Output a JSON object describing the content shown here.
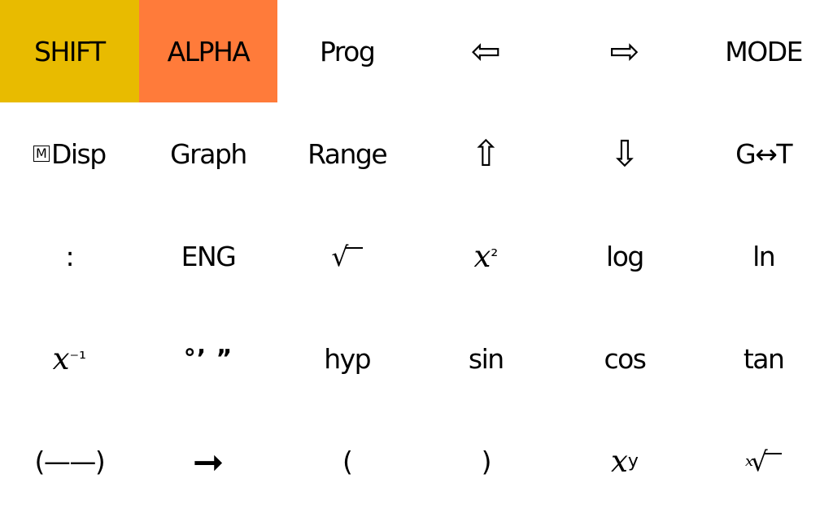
{
  "keys": {
    "shift": "SHIFT",
    "alpha": "ALPHA",
    "prog": "Prog",
    "left": "⇦",
    "right": "⇨",
    "mode": "MODE",
    "mdisp_box": "M",
    "mdisp": "Disp",
    "graph": "Graph",
    "range": "Range",
    "up": "⇧",
    "down": "⇩",
    "gt": "G↔T",
    "colon": ":",
    "eng": "ENG",
    "sqrt": "√",
    "x2_base": "𝑥",
    "x2_sup": "²",
    "log": "log",
    "ln": "ln",
    "xinv_base": "𝑥",
    "xinv_sup": "⁻¹",
    "dms": "°’ ”",
    "hyp": "hyp",
    "sin": "sin",
    "cos": "cos",
    "tan": "tan",
    "neg": "(——)",
    "assign": "➞",
    "lparen": "(",
    "rparen": ")",
    "xy_base": "𝑥",
    "xy_sup": "y",
    "xroot_sup": "x",
    "xroot": "√"
  },
  "colors": {
    "shift_bg": "#e8bb00",
    "alpha_bg": "#ff7b3a"
  }
}
